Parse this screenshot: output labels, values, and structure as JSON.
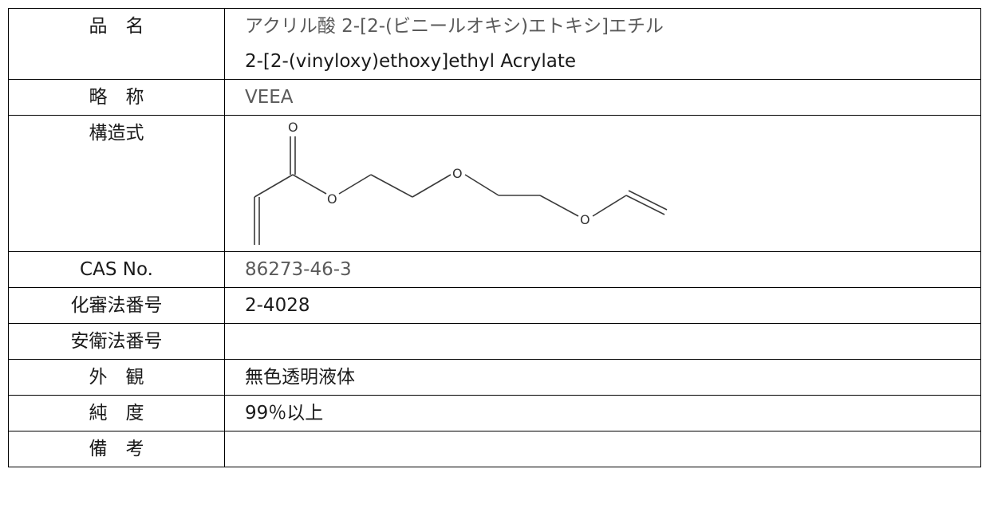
{
  "rows": {
    "name": {
      "label": "品　名",
      "value_ja": "アクリル酸 2-[2-(ビニールオキシ)エトキシ]エチル",
      "value_en": "2-[2-(vinyloxy)ethoxy]ethyl Acrylate"
    },
    "abbreviation": {
      "label": "略　称",
      "value": "VEEA"
    },
    "structure": {
      "label": "構造式",
      "atom_labels": [
        "O",
        "O",
        "O",
        "O"
      ]
    },
    "cas": {
      "label": "CAS No.",
      "value": "86273-46-3"
    },
    "chemical_law_no": {
      "label": "化審法番号",
      "value": "2-4028"
    },
    "safety_law_no": {
      "label": "安衛法番号",
      "value": ""
    },
    "appearance": {
      "label": "外　観",
      "value": "無色透明液体"
    },
    "purity": {
      "label": "純　度",
      "value": "99％以上"
    },
    "remarks": {
      "label": "備　考",
      "value": ""
    }
  }
}
